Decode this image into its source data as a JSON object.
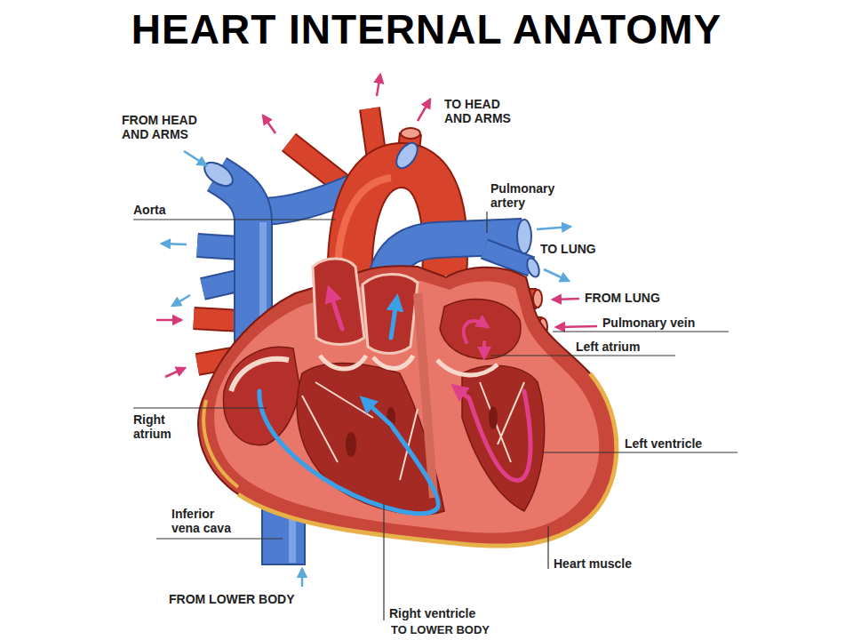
{
  "diagram": {
    "title": "HEART INTERNAL ANATOMY",
    "labels": [
      "FROM HEAD AND ARMS",
      "TO HEAD AND ARMS",
      "Aorta",
      "Pulmonary artery",
      "TO LUNG",
      "FROM LUNG",
      "Pulmonary vein",
      "Left atrium",
      "Right atrium",
      "Left ventricle",
      "Inferior vena cava",
      "Heart muscle",
      "FROM LOWER BODY",
      "Right ventricle",
      "TO LOWER BODY"
    ]
  }
}
